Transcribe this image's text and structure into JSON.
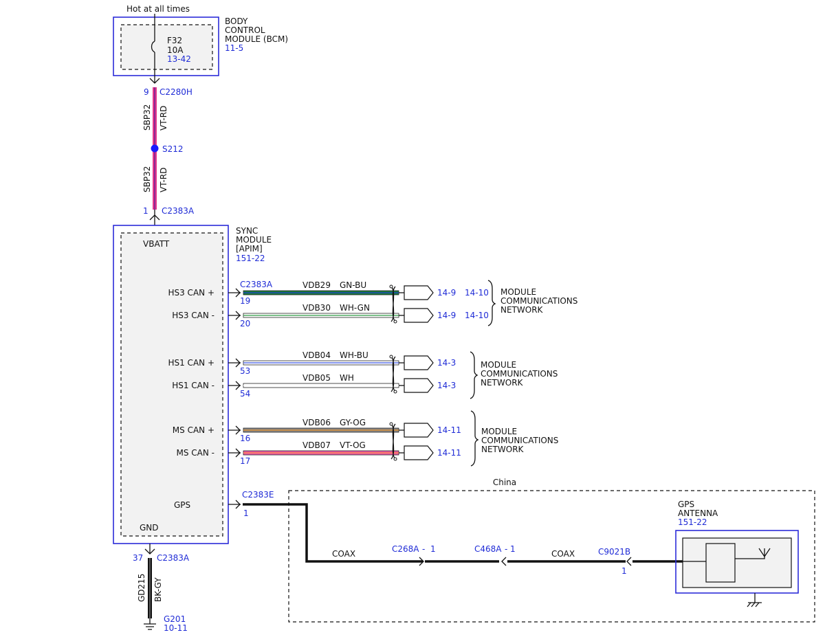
{
  "top_note": "Hot at all times",
  "bcm": {
    "title_lines": [
      "BODY",
      "CONTROL",
      "MODULE (BCM)"
    ],
    "ref": "11-5",
    "fuse": "F32",
    "fuse_rating": "10A",
    "fuse_ref": "13-42"
  },
  "power_feed": {
    "bcm_pin": "9",
    "bcm_connector": "C2280H",
    "circuit": "SBP32",
    "color": "VT-RD",
    "splice": "S212",
    "sync_pin": "1",
    "sync_connector": "C2383A"
  },
  "sync": {
    "title_lines": [
      "SYNC",
      "MODULE",
      "[APIM]"
    ],
    "ref": "151-22",
    "vbatt": "VBATT",
    "gnd": "GND",
    "gps": "GPS",
    "can_connector": "C2383A",
    "gps_connector": "C2383E",
    "gps_pin": "1"
  },
  "can_lines": [
    {
      "label": "HS3 CAN +",
      "pin": "19",
      "circuit": "VDB29",
      "color": "GN-BU",
      "ref": "14-9",
      "ref2": "14-10",
      "hex": "#1b7a3a",
      "hex2": "#1e3fd0"
    },
    {
      "label": "HS3 CAN -",
      "pin": "20",
      "circuit": "VDB30",
      "color": "WH-GN",
      "ref": "14-9",
      "ref2": "14-10",
      "hex": "#ffffff",
      "hex2": "#2e9a45"
    },
    {
      "label": "HS1 CAN +",
      "pin": "53",
      "circuit": "VDB04",
      "color": "WH-BU",
      "ref": "14-3",
      "ref2": "",
      "hex": "#ffffff",
      "hex2": "#3a55e0"
    },
    {
      "label": "HS1 CAN -",
      "pin": "54",
      "circuit": "VDB05",
      "color": "WH",
      "ref": "14-3",
      "ref2": "",
      "hex": "#ffffff",
      "hex2": "#ffffff"
    },
    {
      "label": "MS CAN +",
      "pin": "16",
      "circuit": "VDB06",
      "color": "GY-OG",
      "ref": "14-11",
      "ref2": "",
      "hex": "#8a8a8a",
      "hex2": "#e08a20"
    },
    {
      "label": "MS CAN -",
      "pin": "17",
      "circuit": "VDB07",
      "color": "VT-OG",
      "ref": "14-11",
      "ref2": "",
      "hex": "#e85aa8",
      "hex2": "#ff8a3a"
    }
  ],
  "network_label": [
    "MODULE",
    "COMMUNICATIONS",
    "NETWORK"
  ],
  "ground": {
    "pin": "37",
    "connector": "C2383A",
    "circuit": "GD215",
    "color": "BK-GY",
    "point": "G201",
    "ref": "10-11"
  },
  "gps_path": {
    "region": "China",
    "coax_label": "COAX",
    "c268a": "C268A",
    "c268a_pin": "1",
    "c468a": "C468A",
    "c468a_pin": "1",
    "c9021b": "C9021B",
    "c9021b_pin": "1",
    "antenna_title": [
      "GPS",
      "ANTENNA"
    ],
    "antenna_ref": "151-22"
  },
  "colors": {
    "ref_text": "#1f2bd6",
    "power_wire": "#e63a8c",
    "splice": "#1a1aff"
  }
}
